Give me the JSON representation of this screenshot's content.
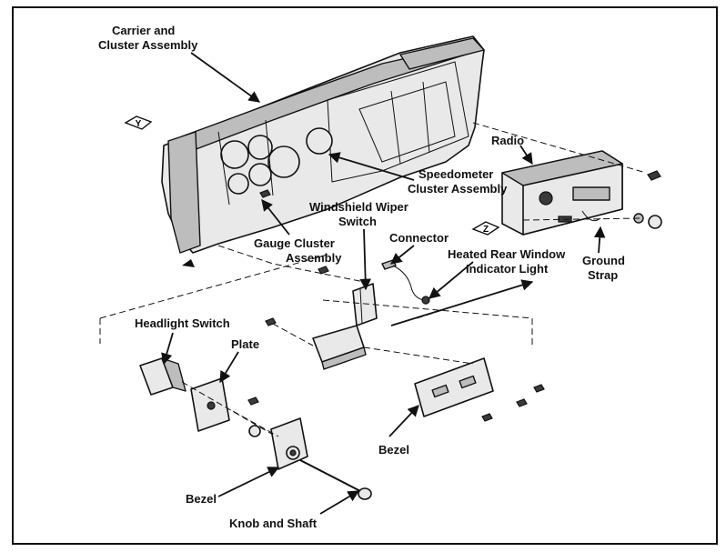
{
  "labels": {
    "carrier": [
      "Carrier and",
      "Cluster Assembly"
    ],
    "radio": "Radio",
    "speedometer": [
      "Speedometer",
      "Cluster Assembly"
    ],
    "wiper": [
      "Windshield Wiper",
      "Switch"
    ],
    "gauge": [
      "Gauge Cluster",
      "Assembly"
    ],
    "connector": "Connector",
    "heated": [
      "Heated Rear Window",
      "Indicator Light"
    ],
    "ground": [
      "Ground",
      "Strap"
    ],
    "headlight": "Headlight Switch",
    "plate": "Plate",
    "bezel_right": "Bezel",
    "bezel_left": "Bezel",
    "knob": "Knob and Shaft",
    "view_y": "Y",
    "view_z": "Z"
  }
}
